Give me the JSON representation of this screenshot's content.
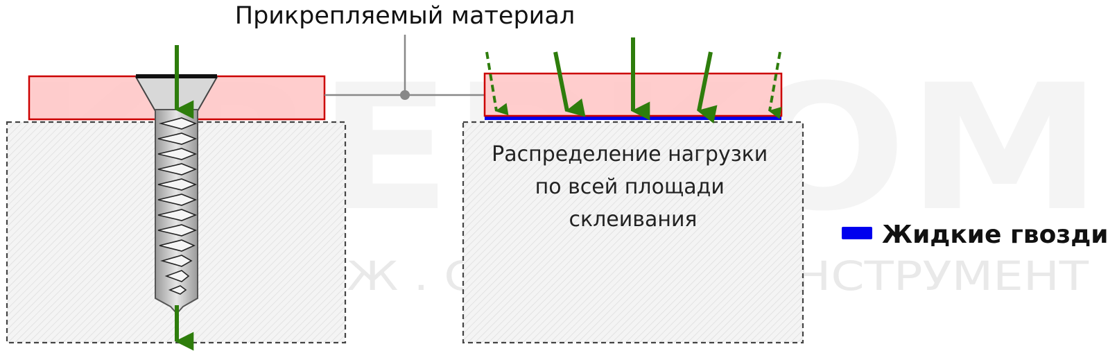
{
  "title": "Прикрепляемый материал",
  "glue_caption": [
    "Распределение нагрузки",
    "по всей площади",
    "склеивания"
  ],
  "legend": {
    "label": "Жидкие гвозди",
    "color": "#0000ee"
  },
  "watermark": {
    "logo": "KREPKOM",
    "tagline": "КРЕПЕЖ . ОСНАСТКА . ИНСТРУМЕНТ"
  },
  "colors": {
    "material_fill": "#ffc4c4",
    "material_stroke": "#cc0000",
    "base_fill": "#f2f2f2",
    "arrow": "#2e7d0c",
    "screw_fill": "#c8c8c8",
    "screw_outline": "#555555",
    "leader": "#888888",
    "adhesive": "#0000ee"
  }
}
